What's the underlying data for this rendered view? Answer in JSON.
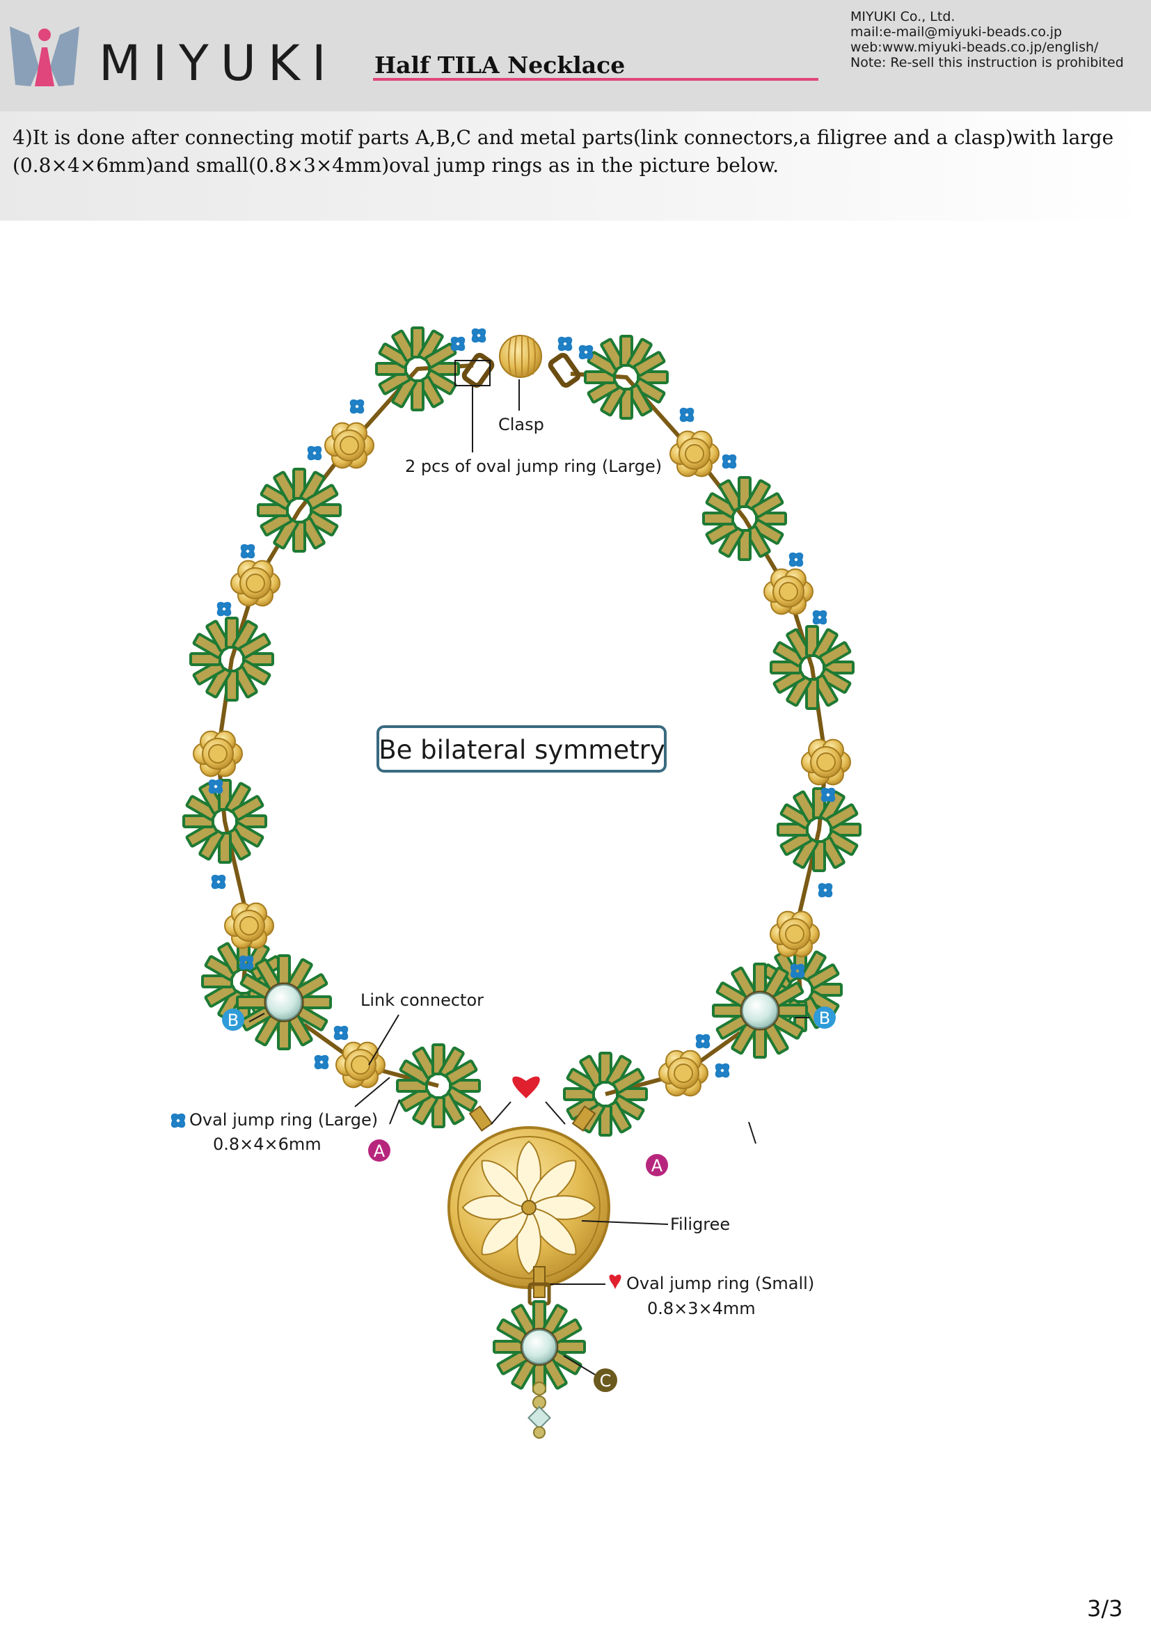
{
  "header": {
    "brand": "MIYUKI",
    "doc_title": "Half TILA Necklace",
    "company_lines": [
      "MIYUKI Co., Ltd.",
      "mail:e-mail@miyuki-beads.co.jp",
      "web:www.miyuki-beads.co.jp/english/",
      "Note: Re-sell this instruction is prohibited"
    ]
  },
  "instruction": "4)It is done after connecting motif parts A,B,C and metal parts(link connectors,a filigree and a clasp)with large (0.8×4×6mm)and small(0.8×3×4mm)oval jump rings as in the picture below.",
  "diagram": {
    "callout": "Be bilateral symmetry",
    "labels": {
      "clasp": "Clasp",
      "clasp_rings": "2 pcs of oval jump ring (Large)",
      "link_connector": "Link connector",
      "oval_large": "Oval jump ring (Large)",
      "oval_large_size": "0.8×4×6mm",
      "filigree": "Filigree",
      "oval_small": "Oval jump ring (Small)",
      "oval_small_size": "0.8×3×4mm"
    },
    "markers": {
      "a": "A",
      "b": "B",
      "c": "C"
    },
    "colors": {
      "green": "#1e7a34",
      "gold": "#d4a93a",
      "blue": "#1f7fc4",
      "marker_b": "#2f9bd8",
      "marker_a": "#b7267d",
      "marker_c": "#6b5a1e",
      "heart": "#e0202e",
      "crystal": "#cfe9e2"
    }
  },
  "page": "3/3"
}
